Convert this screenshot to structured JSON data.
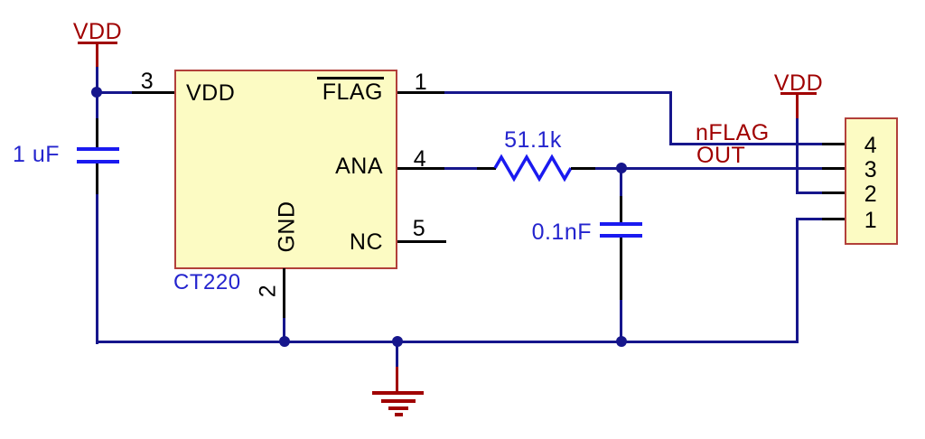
{
  "colors": {
    "bg": "#ffffff",
    "wire": "#16168C",
    "black": "#000000",
    "component": "#1A1AF0",
    "blue-label": "#2424CE",
    "red": "#A00000",
    "box-fill": "#FCFBC3",
    "box-border": "#B2403A"
  },
  "power": {
    "vdd_left": "VDD",
    "vdd_right": "VDD"
  },
  "ic": {
    "name": "CT220",
    "pin_vdd_label": "VDD",
    "pin_vdd_number": "3",
    "pin_flag_label": "FLAG",
    "pin_flag_number": "1",
    "pin_ana_label": "ANA",
    "pin_ana_number": "4",
    "pin_nc_label": "NC",
    "pin_nc_number": "5",
    "pin_gnd_label": "GND",
    "pin_gnd_number": "2"
  },
  "components": {
    "c1_value": "1 uF",
    "r1_value": "51.1k",
    "c2_value": "0.1nF"
  },
  "nets": {
    "nflag_label": "nFLAG",
    "out_label": "OUT"
  },
  "connector": {
    "pins": [
      "4",
      "3",
      "2",
      "1"
    ]
  }
}
